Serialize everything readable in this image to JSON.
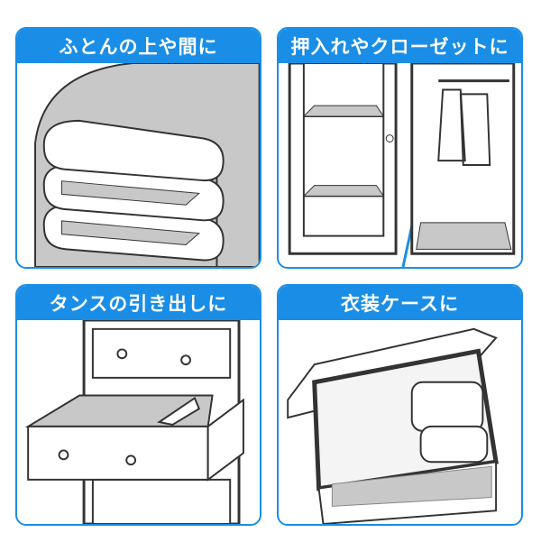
{
  "panels": [
    {
      "title": "ふとんの上や間に"
    },
    {
      "title": "押入れやクローゼットに"
    },
    {
      "title": "タンスの引き出しに"
    },
    {
      "title": "衣装ケースに"
    }
  ],
  "colors": {
    "accent": "#1a8ee6",
    "gray": "#c8c8c8"
  }
}
